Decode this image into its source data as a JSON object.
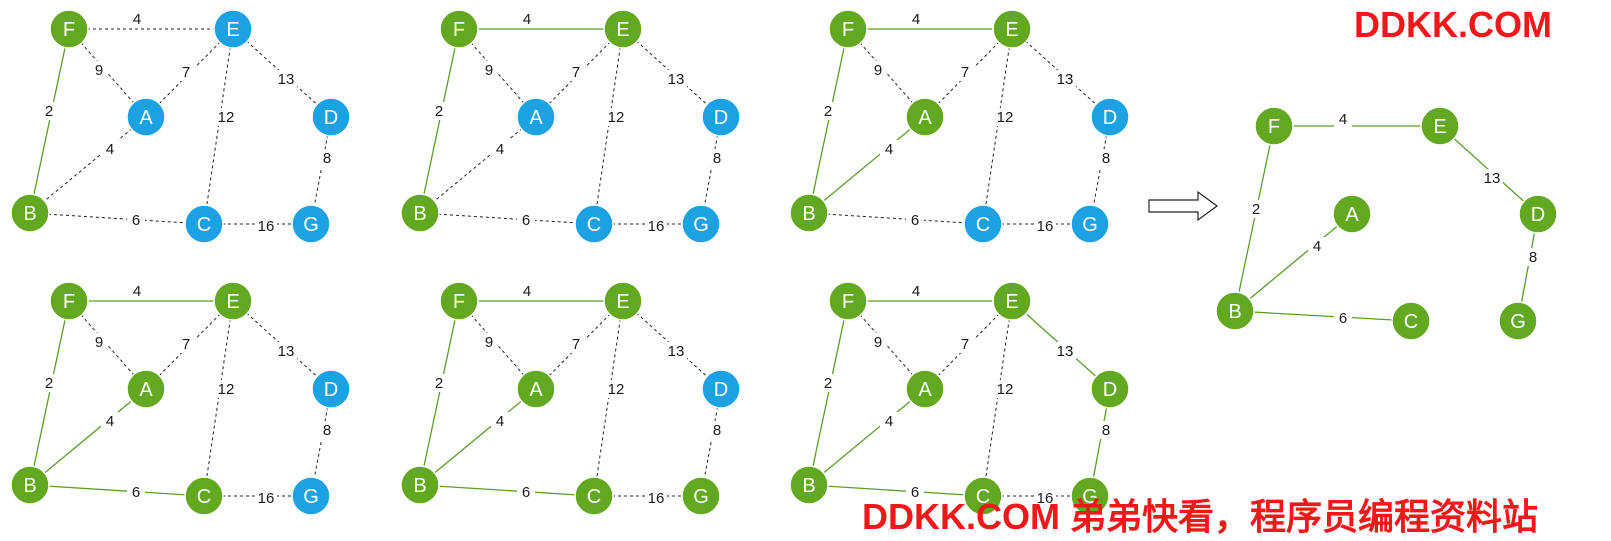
{
  "colors": {
    "visited_node": "#62a820",
    "unvisited_node": "#1ca1e2",
    "node_stroke": "#ffffff",
    "tree_edge": "#5a9e2a",
    "candidate_edge": "#222222",
    "label_text": "#1a1a1a",
    "watermark": "#f01818"
  },
  "watermark": {
    "top": "DDKK.COM",
    "bottom": "DDKK.COM 弟弟快看，程序员编程资料站"
  },
  "arrow_icon": "right-arrow-icon",
  "graph": {
    "nodes": [
      "F",
      "E",
      "A",
      "D",
      "B",
      "C",
      "G"
    ],
    "edges": [
      {
        "id": "FE",
        "from": "F",
        "to": "E",
        "weight": "4"
      },
      {
        "id": "FA",
        "from": "F",
        "to": "A",
        "weight": "9"
      },
      {
        "id": "EA",
        "from": "E",
        "to": "A",
        "weight": "7"
      },
      {
        "id": "ED",
        "from": "E",
        "to": "D",
        "weight": "13"
      },
      {
        "id": "EC",
        "from": "E",
        "to": "C",
        "weight": "12"
      },
      {
        "id": "FB",
        "from": "F",
        "to": "B",
        "weight": "2"
      },
      {
        "id": "AB",
        "from": "A",
        "to": "B",
        "weight": "4"
      },
      {
        "id": "DG",
        "from": "D",
        "to": "G",
        "weight": "8"
      },
      {
        "id": "BC",
        "from": "B",
        "to": "C",
        "weight": "6"
      },
      {
        "id": "CG",
        "from": "C",
        "to": "G",
        "weight": "16"
      }
    ]
  },
  "steps": [
    {
      "visited": [
        "F",
        "B"
      ],
      "tree_edges": [
        "FB"
      ]
    },
    {
      "visited": [
        "F",
        "B",
        "E"
      ],
      "tree_edges": [
        "FB",
        "FE"
      ]
    },
    {
      "visited": [
        "F",
        "B",
        "E",
        "A"
      ],
      "tree_edges": [
        "FB",
        "FE",
        "AB"
      ]
    },
    {
      "visited": [
        "F",
        "B",
        "E",
        "A",
        "C"
      ],
      "tree_edges": [
        "FB",
        "FE",
        "AB",
        "BC"
      ]
    },
    {
      "visited": [
        "F",
        "B",
        "E",
        "A",
        "C",
        "G"
      ],
      "tree_edges": [
        "FB",
        "FE",
        "AB",
        "BC"
      ]
    },
    {
      "visited": [
        "F",
        "B",
        "E",
        "A",
        "C",
        "G",
        "D"
      ],
      "tree_edges": [
        "FB",
        "FE",
        "AB",
        "BC",
        "ED",
        "DG"
      ]
    }
  ],
  "result": {
    "nodes": [
      "F",
      "E",
      "A",
      "D",
      "B",
      "C",
      "G"
    ],
    "edges": [
      {
        "id": "FE",
        "from": "F",
        "to": "E",
        "weight": "4"
      },
      {
        "id": "FB",
        "from": "F",
        "to": "B",
        "weight": "2"
      },
      {
        "id": "AB",
        "from": "A",
        "to": "B",
        "weight": "4"
      },
      {
        "id": "BC",
        "from": "B",
        "to": "C",
        "weight": "6"
      },
      {
        "id": "ED",
        "from": "E",
        "to": "D",
        "weight": "13"
      },
      {
        "id": "DG",
        "from": "D",
        "to": "G",
        "weight": "8"
      }
    ]
  }
}
